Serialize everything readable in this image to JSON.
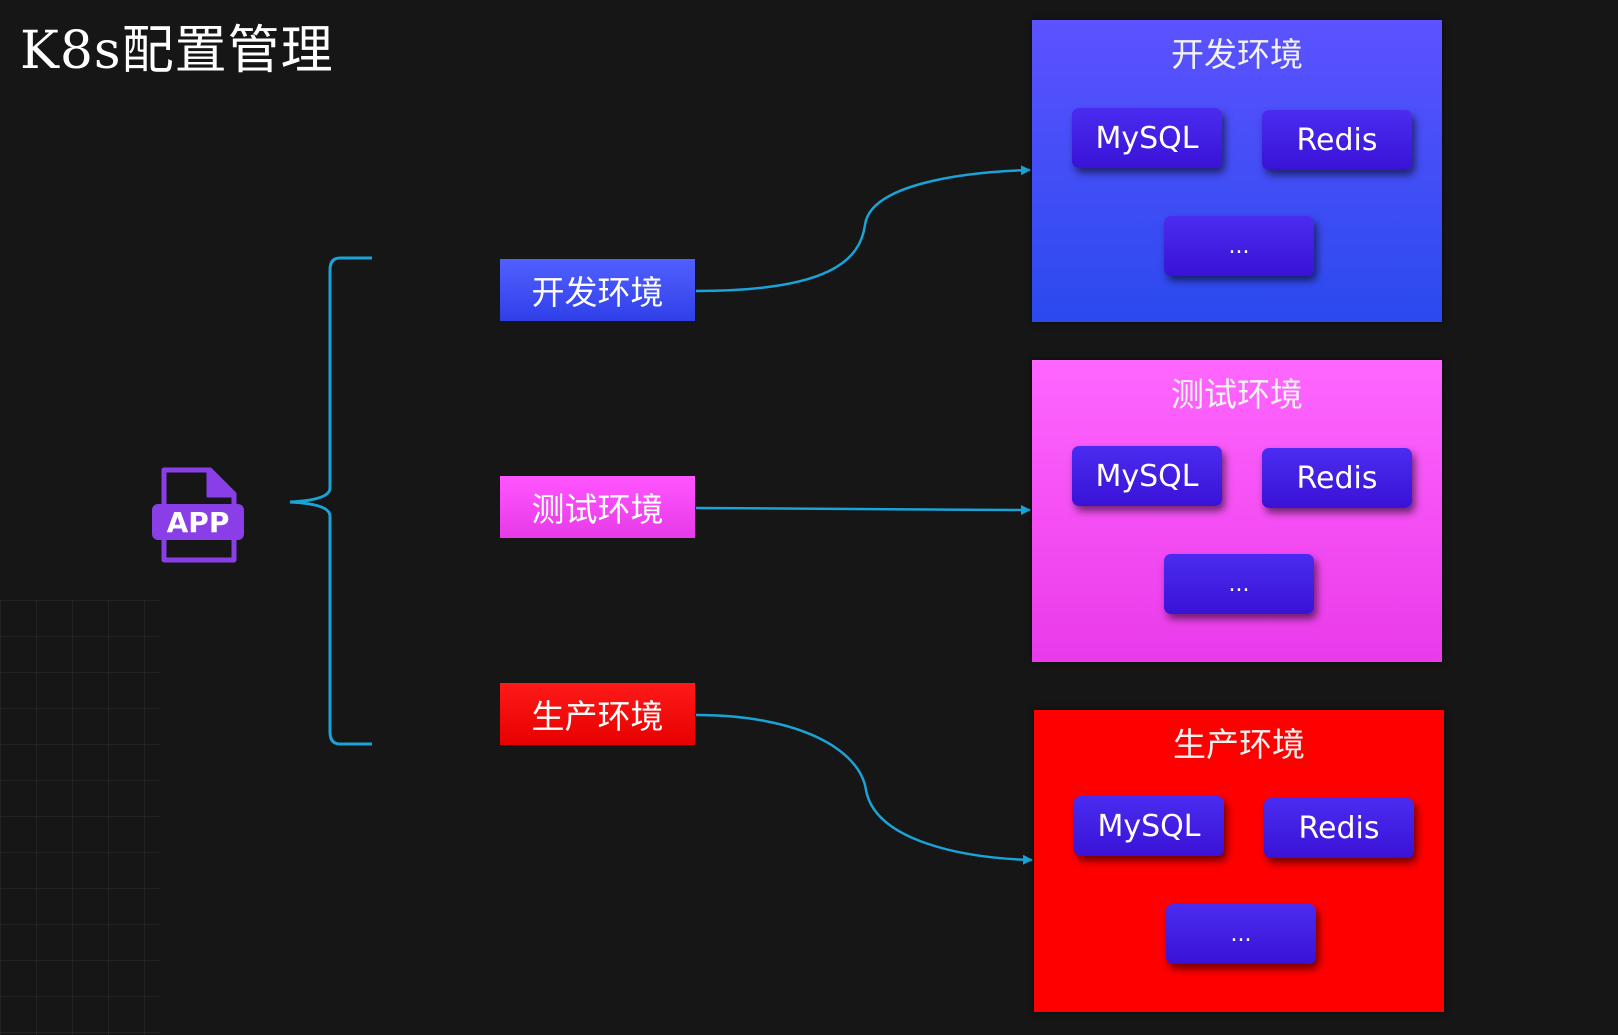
{
  "title": "K8s配置管理",
  "app_icon": {
    "text": "APP",
    "icon": "app-file-icon",
    "color": "#8a3ee8"
  },
  "colors": {
    "connector": "#1aa3d6",
    "dev": "#3344ee",
    "test": "#ee44ee",
    "prod": "#ff0000",
    "service": "#4020e0"
  },
  "env_labels": [
    {
      "id": "dev",
      "label": "开发环境"
    },
    {
      "id": "test",
      "label": "测试环境"
    },
    {
      "id": "prod",
      "label": "生产环境"
    }
  ],
  "env_boxes": [
    {
      "id": "dev",
      "title": "开发环境",
      "services": [
        "MySQL",
        "Redis",
        "..."
      ]
    },
    {
      "id": "test",
      "title": "测试环境",
      "services": [
        "MySQL",
        "Redis",
        "..."
      ]
    },
    {
      "id": "prod",
      "title": "生产环境",
      "services": [
        "MySQL",
        "Redis",
        "..."
      ]
    }
  ]
}
